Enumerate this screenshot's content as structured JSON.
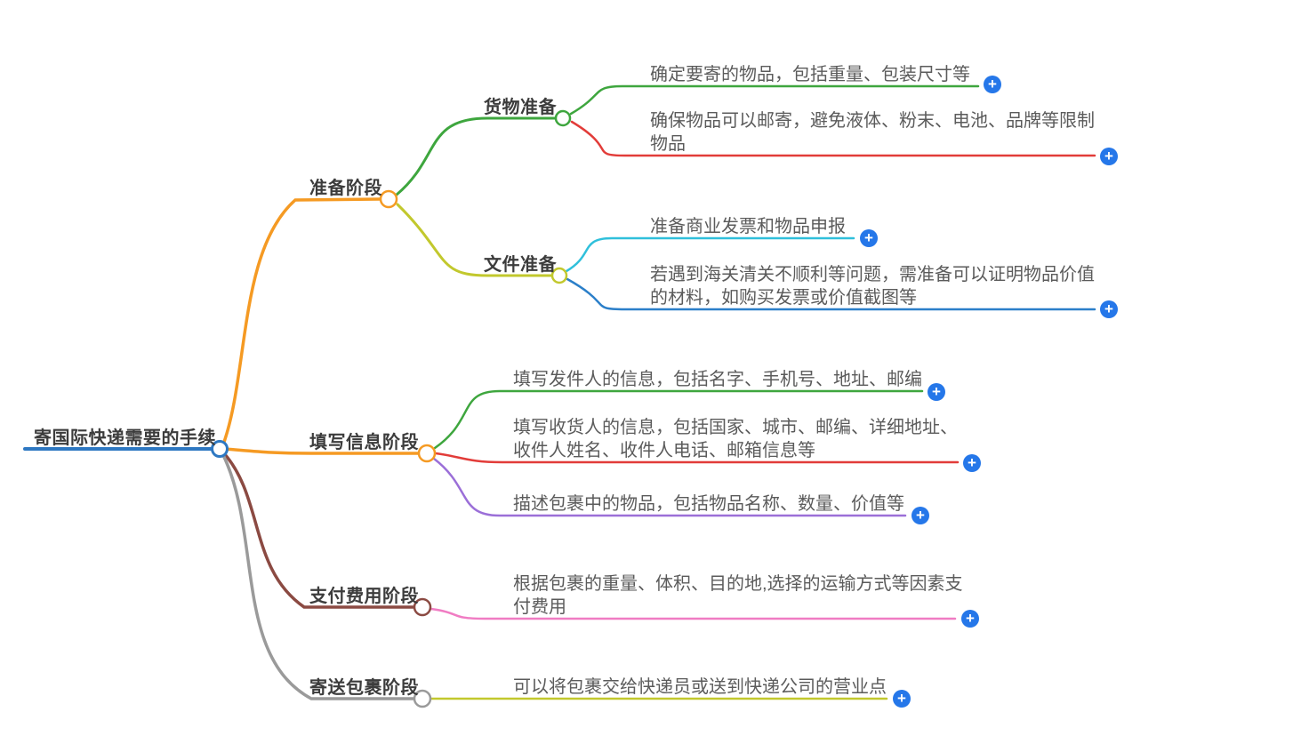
{
  "palette": {
    "root_blue": "#2e78c2",
    "orange": "#f59a23",
    "green": "#3ea63e",
    "red": "#e23c39",
    "olive": "#c2c82d",
    "cyan": "#30c0db",
    "blue": "#2b7fc9",
    "purple": "#9b6fd8",
    "pink": "#f07cc3",
    "brown": "#8b4a42",
    "gray": "#9a9a9a",
    "plus_blue": "#2577e9",
    "node_fill": "#ffffff"
  },
  "mindmap": {
    "root_label": "寄国际快递需要的手续",
    "plus_label": "+",
    "branches": [
      {
        "label": "准备阶段",
        "color": "#f59a23",
        "children": [
          {
            "label": "货物准备",
            "color": "#3ea63e",
            "leaves": [
              {
                "text": "确定要寄的物品，包括重量、包装尺寸等",
                "color": "#3ea63e"
              },
              {
                "text": "确保物品可以邮寄，避免液体、粉末、电池、品牌等限制物品",
                "color": "#e23c39"
              }
            ]
          },
          {
            "label": "文件准备",
            "color": "#c2c82d",
            "leaves": [
              {
                "text": "准备商业发票和物品申报",
                "color": "#30c0db"
              },
              {
                "text": "若遇到海关清关不顺利等问题，需准备可以证明物品价值的材料，如购买发票或价值截图等",
                "color": "#2b7fc9"
              }
            ]
          }
        ]
      },
      {
        "label": "填写信息阶段",
        "color": "#f59a23",
        "leaves": [
          {
            "text": "填写发件人的信息，包括名字、手机号、地址、邮编",
            "color": "#3ea63e"
          },
          {
            "text": "填写收货人的信息，包括国家、城市、邮编、详细地址、收件人姓名、收件人电话、邮箱信息等",
            "color": "#e23c39"
          },
          {
            "text": "描述包裹中的物品，包括物品名称、数量、价值等",
            "color": "#9b6fd8"
          }
        ]
      },
      {
        "label": "支付费用阶段",
        "color": "#8b4a42",
        "leaves": [
          {
            "text": "根据包裹的重量、体积、目的地,选择的运输方式等因素支付费用",
            "color": "#f07cc3"
          }
        ]
      },
      {
        "label": "寄送包裹阶段",
        "color": "#9a9a9a",
        "leaves": [
          {
            "text": "可以将包裹交给快递员或送到快递公司的营业点",
            "color": "#c2c82d"
          }
        ]
      }
    ]
  }
}
